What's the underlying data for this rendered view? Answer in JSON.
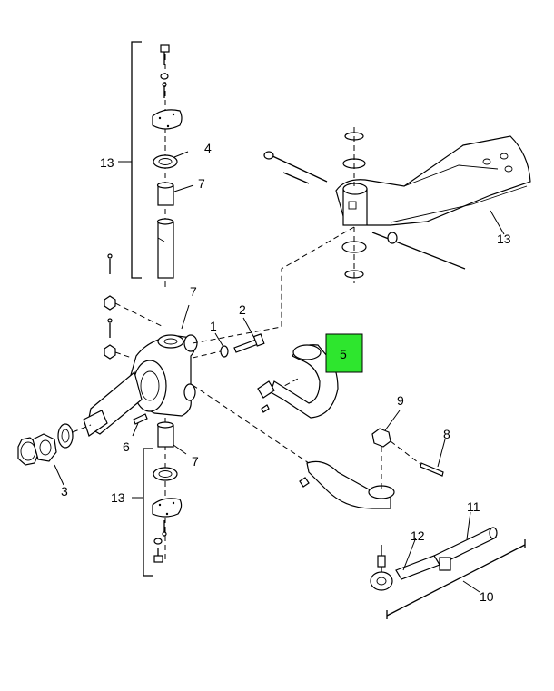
{
  "diagram": {
    "highlight_color": "#2ee62e",
    "callouts": {
      "c1": "1",
      "c2": "2",
      "c3": "3",
      "c4": "4",
      "c5": "5",
      "c6": "6",
      "c7a": "7",
      "c7b": "7",
      "c7c": "7",
      "c8": "8",
      "c9": "9",
      "c10": "10",
      "c11": "11",
      "c12": "12",
      "c13a": "13",
      "c13b": "13",
      "c13c": "13"
    }
  }
}
